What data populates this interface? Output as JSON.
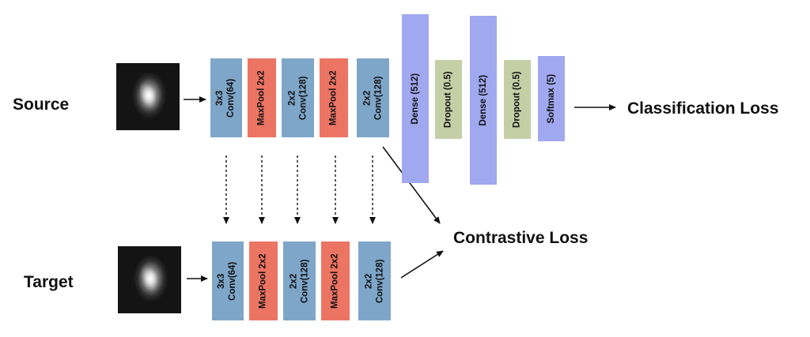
{
  "labels": {
    "source": "Source",
    "target": "Target",
    "classification_loss": "Classification Loss",
    "contrastive_loss": "Contrastive Loss"
  },
  "source_branch": [
    {
      "line1": "3x3",
      "line2": "Conv(64)",
      "kind": "conv"
    },
    {
      "line1": "MaxPool 2x2",
      "line2": "",
      "kind": "pool"
    },
    {
      "line1": "2x2",
      "line2": "Conv(128)",
      "kind": "conv"
    },
    {
      "line1": "MaxPool 2x2",
      "line2": "",
      "kind": "pool"
    },
    {
      "line1": "2x2",
      "line2": "Conv(128)",
      "kind": "conv"
    }
  ],
  "target_branch": [
    {
      "line1": "3x3",
      "line2": "Conv(64)",
      "kind": "conv"
    },
    {
      "line1": "MaxPool 2x2",
      "line2": "",
      "kind": "pool"
    },
    {
      "line1": "2x2",
      "line2": "Conv(128)",
      "kind": "conv"
    },
    {
      "line1": "MaxPool 2x2",
      "line2": "",
      "kind": "pool"
    },
    {
      "line1": "2x2",
      "line2": "Conv(128)",
      "kind": "conv"
    }
  ],
  "head": [
    {
      "text": "Dense (512)",
      "kind": "dense"
    },
    {
      "text": "Dropout (0.5)",
      "kind": "drop"
    },
    {
      "text": "Dense (512)",
      "kind": "dense"
    },
    {
      "text": "Dropout (0.5)",
      "kind": "drop"
    },
    {
      "text": "Softmax (5)",
      "kind": "soft"
    }
  ],
  "colors": {
    "conv": "#7ea6c9",
    "pool": "#ec7463",
    "dense": "#a0a8ef",
    "dropout": "#c5cfa6",
    "arrow": "#111111"
  },
  "icons": {
    "source_image": "galaxy-image",
    "target_image": "galaxy-image"
  }
}
